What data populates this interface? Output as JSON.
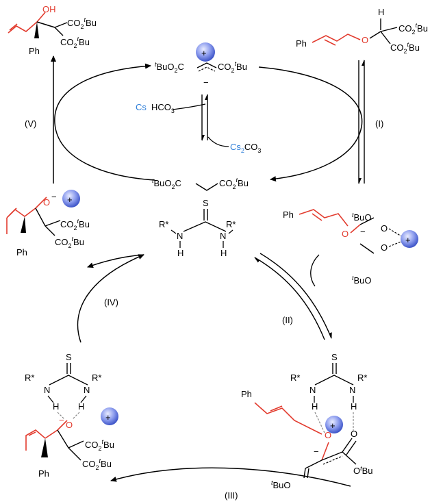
{
  "colors": {
    "ink": "#000000",
    "highlight_red": "#e23b2e",
    "cesium_blue": "#2f7fd9",
    "cation_blue": "#4a63d6"
  },
  "icons": {
    "cation": "plus-in-blue-sphere",
    "anion": "minus-sign"
  },
  "steps": {
    "I": "(I)",
    "II": "(II)",
    "III": "(III)",
    "IV": "(IV)",
    "V": "(V)"
  },
  "species": {
    "tbu": "tBu",
    "tbu_superscript": "t",
    "ester_group": "CO2tBu",
    "ester_left": "tBuO2C",
    "malonate": "tBuO2C⌒CO2tBu",
    "cshco3_cs": "Cs",
    "cshco3_rest": "HCO3",
    "cs2co3": "Cs2CO3",
    "ph": "Ph",
    "oh": "OH",
    "o": "O",
    "h": "H",
    "n": "N",
    "s": "S",
    "h_label": "H",
    "r_star": "R*",
    "minus": "−",
    "plus": "+"
  }
}
